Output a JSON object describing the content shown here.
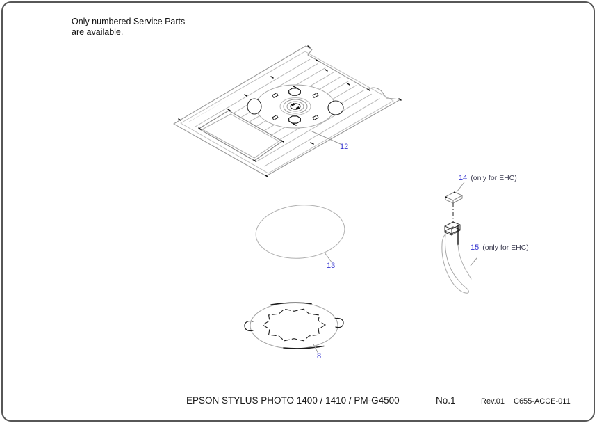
{
  "note": {
    "line1": "Only numbered Service Parts",
    "line2": "are available."
  },
  "parts": {
    "p12": {
      "number": "12"
    },
    "p13": {
      "number": "13"
    },
    "p8": {
      "number": "8"
    },
    "p14": {
      "number": "14",
      "note": "(only for EHC)"
    },
    "p15": {
      "number": "15",
      "note": "(only for EHC)"
    }
  },
  "footer": {
    "model": "EPSON STYLUS PHOTO 1400 / 1410 / PM-G4500",
    "sheet": "No.1",
    "revision": "Rev.01",
    "code": "C655-ACCE-011"
  },
  "colors": {
    "label_blue": "#3434cf",
    "note_text": "#3c3c50",
    "line_gray": "#b0b0b0",
    "detail_black": "#1a1a1a",
    "page_border": "#575757"
  }
}
